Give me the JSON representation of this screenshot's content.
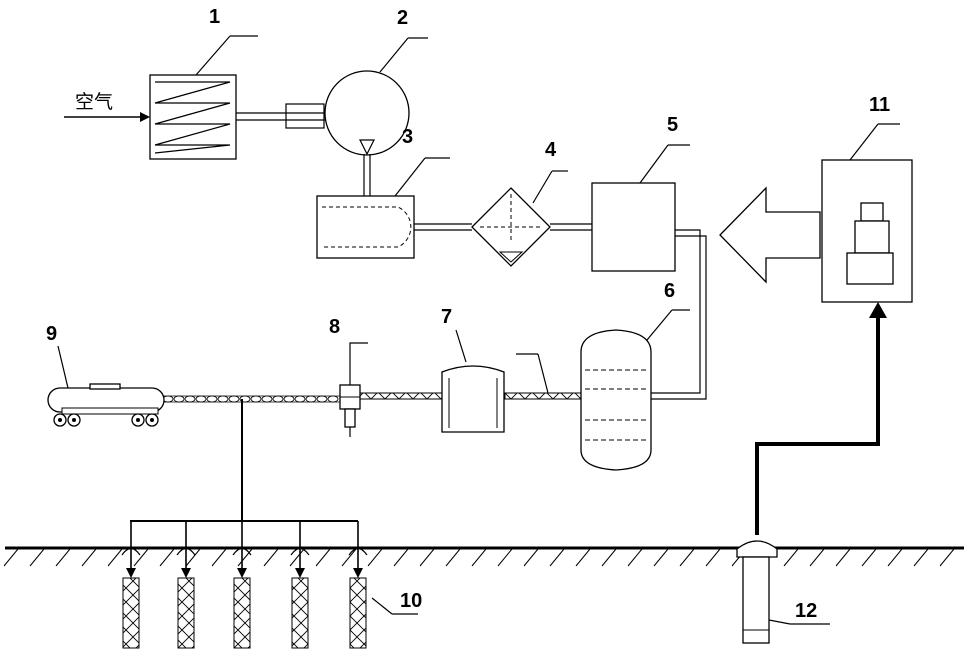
{
  "diagram": {
    "air_label": "空气",
    "numbers": {
      "n1": "1",
      "n2": "2",
      "n3": "3",
      "n4": "4",
      "n5": "5",
      "n6": "6",
      "n7": "7",
      "n8": "8",
      "n9": "9",
      "n10": "10",
      "n11": "11",
      "n12": "12"
    }
  }
}
